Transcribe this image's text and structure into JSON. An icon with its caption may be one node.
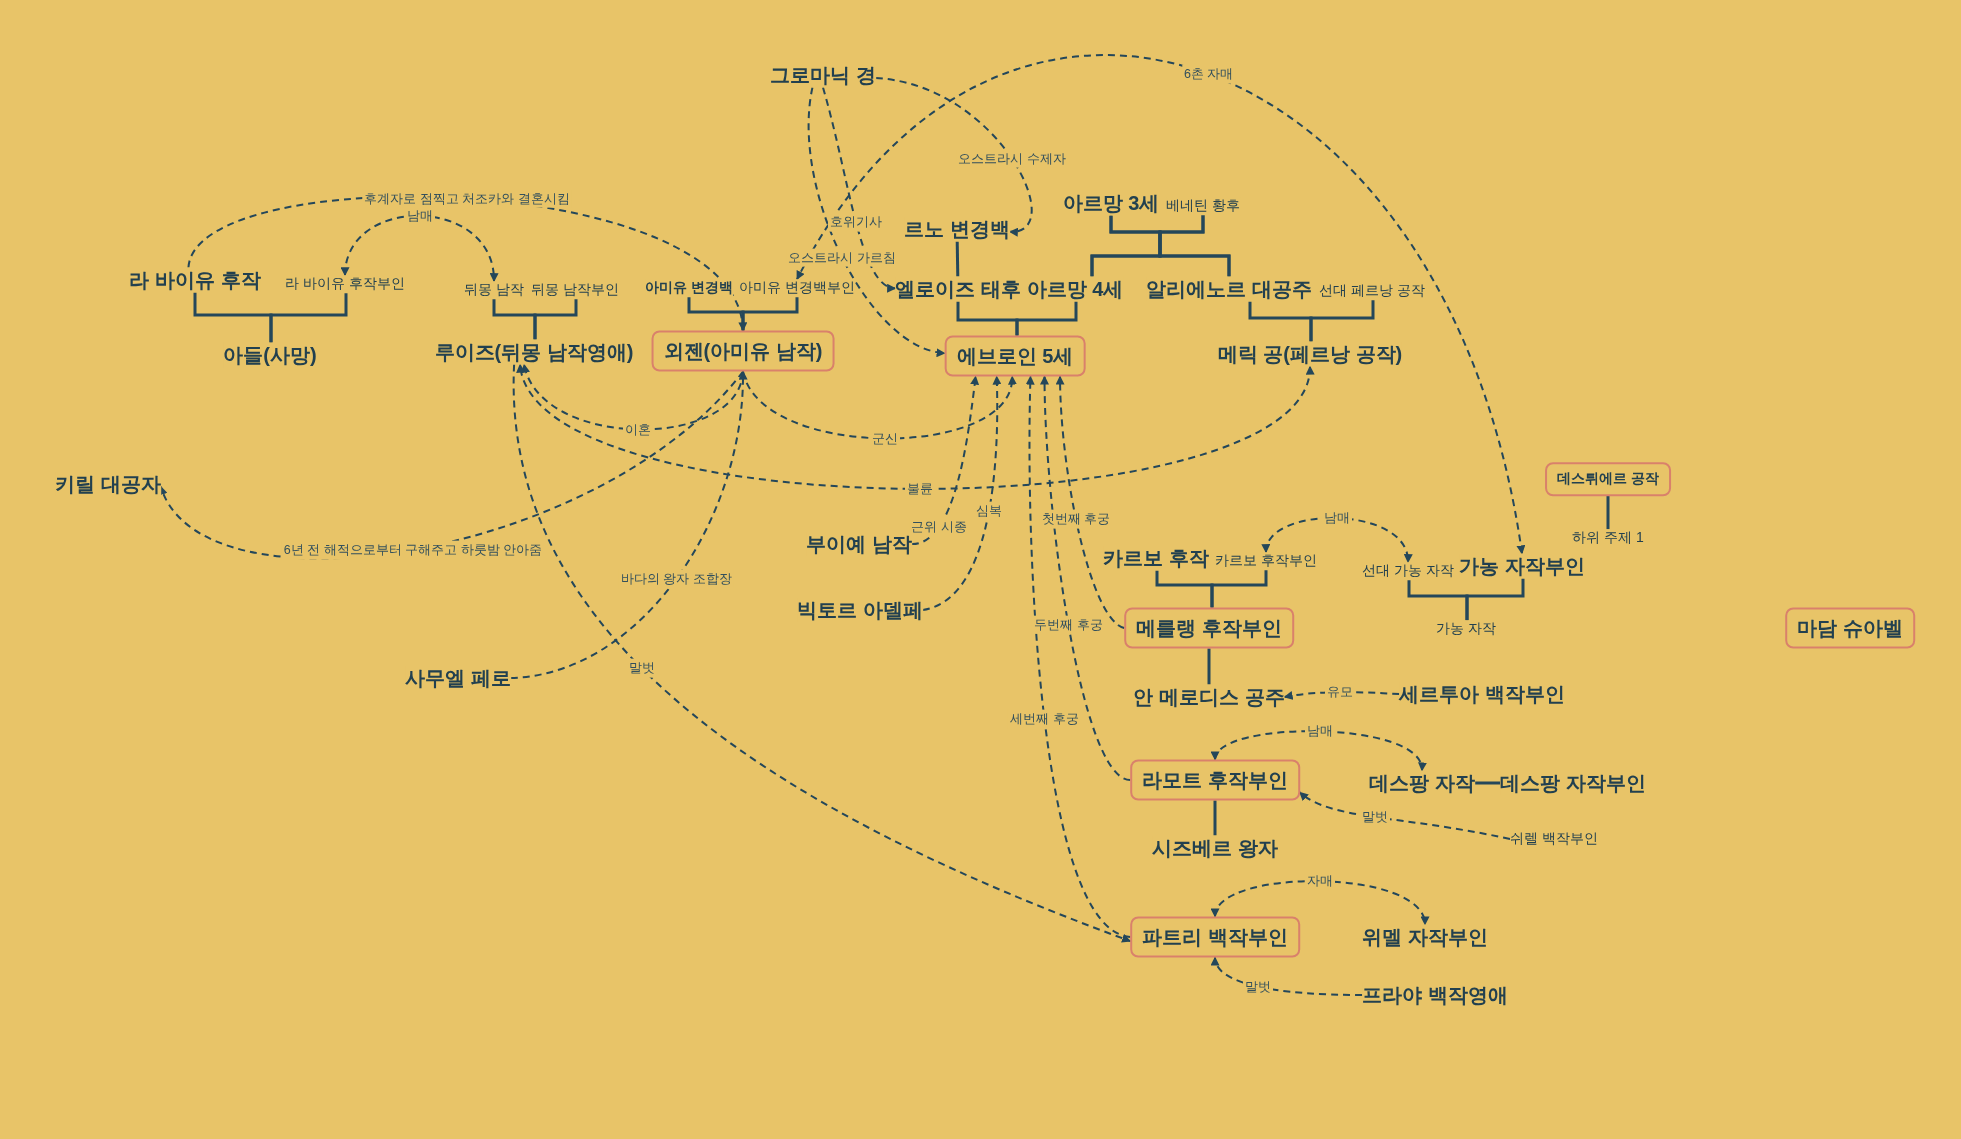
{
  "diagram": {
    "nodes": [
      {
        "text": [
          "그로마닉 경"
        ]
      },
      {
        "text": [
          "르노 변경백"
        ]
      },
      {
        "text": [
          "아르망 3세"
        ]
      },
      {
        "text": [
          "베네틴 황후"
        ]
      },
      {
        "text": [
          "엘로이즈 태후"
        ]
      },
      {
        "text": [
          "아르망 4세"
        ]
      },
      {
        "text": [
          "알리에노르 대공주"
        ]
      },
      {
        "text": [
          "선대 페르낭 공작"
        ]
      },
      {
        "text": [
          "에브로인 5세"
        ]
      },
      {
        "text": [
          "메릭 공(페르낭 공작)"
        ]
      },
      {
        "text": [
          "라 바이유 후작"
        ]
      },
      {
        "text": [
          "라 바이유 후작부인"
        ]
      },
      {
        "text": [
          "아들(사망)"
        ]
      },
      {
        "text": [
          "뒤몽 남작"
        ]
      },
      {
        "text": [
          "뒤몽 남작부인"
        ]
      },
      {
        "text": [
          "루이즈(뒤몽 남작영애)"
        ]
      },
      {
        "text": [
          "아미유 변경백"
        ]
      },
      {
        "text": [
          "아미유 변경백부인"
        ]
      },
      {
        "text": [
          "외젠(아미유 남작)"
        ]
      },
      {
        "text": [
          "키릴 대공자"
        ]
      },
      {
        "text": [
          "부이예 남작"
        ]
      },
      {
        "text": [
          "빅토르 아델페"
        ]
      },
      {
        "text": [
          "사무엘 페로"
        ]
      },
      {
        "text": [
          "카르보 후작"
        ]
      },
      {
        "text": [
          "카르보 후작부인"
        ]
      },
      {
        "text": [
          "메를랭 후작부인"
        ]
      },
      {
        "text": [
          "안 메로디스 공주"
        ]
      },
      {
        "text": [
          "세르투아 백작부인"
        ]
      },
      {
        "text": [
          "선대 가농 자작"
        ]
      },
      {
        "text": [
          "가농 자작부인"
        ]
      },
      {
        "text": [
          "가농 자작"
        ]
      },
      {
        "text": [
          "데스튀에르 공작"
        ]
      },
      {
        "text": [
          "하위 주제 1"
        ]
      },
      {
        "text": [
          "마담 슈아벨"
        ]
      },
      {
        "text": [
          "라모트 후작부인"
        ]
      },
      {
        "text": [
          "데스팡 자작"
        ]
      },
      {
        "text": [
          "데스팡 자작부인"
        ]
      },
      {
        "text": [
          "쉬렐 백작부인"
        ]
      },
      {
        "text": [
          "시즈베르 왕자"
        ]
      },
      {
        "text": [
          "파트리 백작부인"
        ]
      },
      {
        "text": [
          "위멜 자작부인"
        ]
      },
      {
        "text": [
          "프라야 백작영애"
        ]
      }
    ],
    "edges": [
      {
        "from": 0,
        "to": 1,
        "arrow": "to",
        "label": "오스트라시 수제자",
        "style": "dashed"
      },
      {
        "from": 0,
        "to": 4,
        "arrow": "to",
        "label": "호위기사",
        "style": "dashed"
      },
      {
        "from": 0,
        "to": 8,
        "arrow": "to",
        "label": "오스트라시 가르침",
        "style": "dashed"
      },
      {
        "from": 29,
        "to": 17,
        "arrow": "both",
        "label": "6촌 자매",
        "style": "dashed"
      },
      {
        "from": 1,
        "to": 4,
        "arrow": "none"
      },
      {
        "from": 2,
        "to": 5,
        "arrow": "none"
      },
      {
        "from": 2,
        "to": 6,
        "arrow": "none"
      },
      {
        "from": 3,
        "to": 5,
        "arrow": "none"
      },
      {
        "from": 3,
        "to": 6,
        "arrow": "none"
      },
      {
        "from": 4,
        "to": 8,
        "arrow": "none"
      },
      {
        "from": 5,
        "to": 8,
        "arrow": "none"
      },
      {
        "from": 6,
        "to": 9,
        "arrow": "none"
      },
      {
        "from": 7,
        "to": 9,
        "arrow": "none"
      },
      {
        "from": 10,
        "to": 12,
        "arrow": "none"
      },
      {
        "from": 11,
        "to": 12,
        "arrow": "none"
      },
      {
        "from": 13,
        "to": 15,
        "arrow": "none"
      },
      {
        "from": 14,
        "to": 15,
        "arrow": "none"
      },
      {
        "from": 16,
        "to": 18,
        "arrow": "none"
      },
      {
        "from": 17,
        "to": 18,
        "arrow": "none"
      },
      {
        "from": 10,
        "to": 18,
        "arrow": "to",
        "label": "후계자로 점찍고 처조카와 결혼시킴",
        "style": "dashed"
      },
      {
        "from": 11,
        "to": 13,
        "arrow": "both",
        "label": "남매",
        "style": "dashed"
      },
      {
        "from": 18,
        "to": 15,
        "arrow": "to",
        "label": "이혼",
        "style": "dashed"
      },
      {
        "from": 18,
        "to": 8,
        "arrow": "to",
        "label": "군신",
        "style": "dashed"
      },
      {
        "from": 9,
        "to": 15,
        "arrow": "both",
        "label": "불륜",
        "style": "dashed"
      },
      {
        "from": 18,
        "to": 19,
        "arrow": "to",
        "label": "6년 전 해적으로부터 구해주고 하룻밤 안아줌",
        "style": "dashed"
      },
      {
        "from": 22,
        "to": 18,
        "arrow": "to",
        "label": "바다의 왕자 조합장",
        "style": "dashed"
      },
      {
        "from": 15,
        "to": 39,
        "arrow": "to",
        "label": "말벗",
        "style": "dashed"
      },
      {
        "from": 20,
        "to": 8,
        "arrow": "to",
        "label": "근위 시종",
        "style": "dashed"
      },
      {
        "from": 21,
        "to": 8,
        "arrow": "to",
        "label": "심복",
        "style": "dashed"
      },
      {
        "from": 25,
        "to": 8,
        "arrow": "to",
        "label": "첫번째 후궁",
        "style": "dashed"
      },
      {
        "from": 34,
        "to": 8,
        "arrow": "to",
        "label": "두번째 후궁",
        "style": "dashed"
      },
      {
        "from": 39,
        "to": 8,
        "arrow": "to",
        "label": "세번째 후궁",
        "style": "dashed"
      },
      {
        "from": 23,
        "to": 25,
        "arrow": "none"
      },
      {
        "from": 24,
        "to": 25,
        "arrow": "none"
      },
      {
        "from": 25,
        "to": 26,
        "arrow": "none"
      },
      {
        "from": 24,
        "to": 28,
        "arrow": "both",
        "label": "남매",
        "style": "dashed"
      },
      {
        "from": 28,
        "to": 30,
        "arrow": "none"
      },
      {
        "from": 29,
        "to": 30,
        "arrow": "none"
      },
      {
        "from": 31,
        "to": 32,
        "arrow": "none"
      },
      {
        "from": 27,
        "to": 26,
        "arrow": "to",
        "label": "유모",
        "style": "dashed"
      },
      {
        "from": 34,
        "to": 38,
        "arrow": "none"
      },
      {
        "from": 34,
        "to": 35,
        "arrow": "both",
        "label": "남매",
        "style": "dashed"
      },
      {
        "from": 35,
        "to": 36,
        "arrow": "none"
      },
      {
        "from": 37,
        "to": 34,
        "arrow": "to",
        "label": "말벗",
        "style": "dashed"
      },
      {
        "from": 39,
        "to": 40,
        "arrow": "both",
        "label": "자매",
        "style": "dashed"
      },
      {
        "from": 41,
        "to": 39,
        "arrow": "to",
        "label": "말벗",
        "style": "dashed"
      }
    ]
  }
}
